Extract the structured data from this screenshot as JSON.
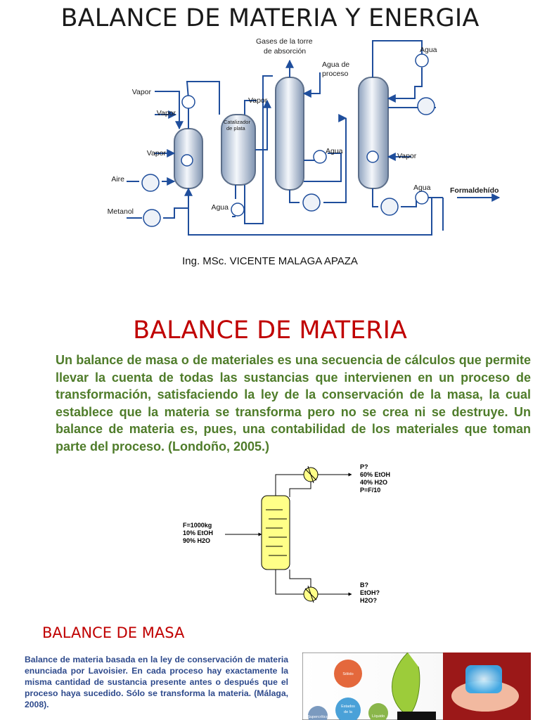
{
  "slide1": {
    "title": "BALANCE DE MATERIA Y ENERGIA",
    "author": "Ing. MSc. VICENTE MALAGA APAZA",
    "diagram": {
      "vapor_1": "Vapor",
      "vapor_2": "Vapor",
      "vapor_3": "Vapor",
      "vapor_4": "Vapor",
      "vapor_5": "Vapor",
      "aire": "Aire",
      "metanol": "Metanol",
      "catalizador_1": "Catalizador",
      "catalizador_2": "de plata",
      "agua_1": "Agua",
      "agua_2": "Agua",
      "agua_3": "Agua",
      "agua_4": "Agua",
      "gases_1": "Gases de la torre",
      "gases_2": "de absorción",
      "agua_proceso_1": "Agua de",
      "agua_proceso_2": "proceso",
      "formaldehido": "Formaldehído"
    }
  },
  "slide2": {
    "title": "BALANCE DE MATERIA",
    "paragraph": "Un balance de masa o de materiales es una secuencia de cálculos que permite llevar la cuenta de todas las sustancias que intervienen en un proceso de transformación, satisfaciendo la ley de la conservación de la masa, la cual establece que la materia se transforma pero no se crea ni se destruye. Un balance de materia es, pues, una contabilidad de los materiales que toman parte del proceso. (Londoño, 2005.)",
    "column": {
      "feed_1": "F=1000kg",
      "feed_2": "10% EtOH",
      "feed_3": "90% H2O",
      "top_1": "P?",
      "top_2": "60% EtOH",
      "top_3": "40% H2O",
      "top_4": "P=F/10",
      "bot_1": "B?",
      "bot_2": "EtOH?",
      "bot_3": "H2O?"
    }
  },
  "slide3": {
    "title": "BALANCE DE MASA",
    "paragraph": "Balance de materia basada en la ley de conservación de materia enunciada por Lavoisier. En cada proceso hay exactamente la misma cantidad de sustancia presente antes o después que  el proceso haya sucedido. Sólo se transforma la materia. (Málaga, 2008).",
    "image": {
      "solido": "Sólido",
      "estados_1": "Estados",
      "estados_2": "de la",
      "supercritico": "Supercrítico",
      "liquido": "Líquido"
    }
  },
  "colors": {
    "title": "#1a1a1a",
    "red_title": "#c00000",
    "green_text": "#4f7c2a",
    "blue_text": "#2e4a8c",
    "pipe": "#1f4e9c"
  }
}
